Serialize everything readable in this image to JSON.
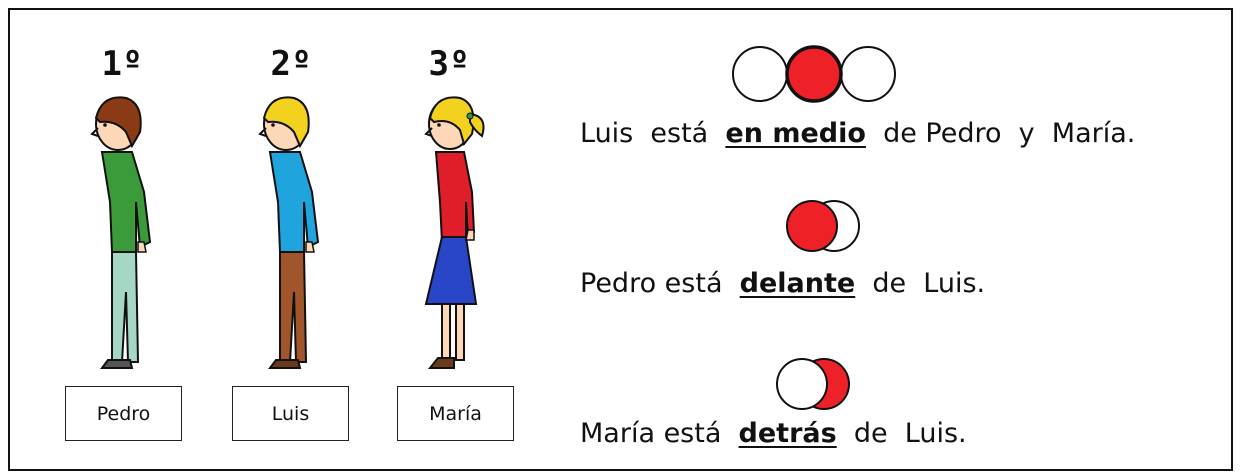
{
  "people": [
    {
      "ordinal": "1º",
      "name": "Pedro",
      "shirt": "#3b9a3a",
      "pants": "#a6d6c4",
      "hair": "#8a3b16",
      "skirt": false
    },
    {
      "ordinal": "2º",
      "name": "Luis",
      "shirt": "#1fa4dd",
      "pants": "#a0562a",
      "hair": "#f2d21e",
      "skirt": false
    },
    {
      "ordinal": "3º",
      "name": "María",
      "shirt": "#e01e2a",
      "pants": "#2a46c8",
      "hair": "#f2d21e",
      "skirt": true
    }
  ],
  "sentences": [
    {
      "before": "Luis  está  ",
      "keyword": "en medio",
      "after": "  de Pedro  y  María.",
      "icon": "three-circles-middle-red-icon"
    },
    {
      "before": "Pedro está  ",
      "keyword": "delante",
      "after": "  de  Luis.",
      "icon": "two-circles-front-red-icon"
    },
    {
      "before": "María está  ",
      "keyword": "detrás",
      "after": "  de  Luis.",
      "icon": "two-circles-back-red-icon"
    }
  ],
  "colors": {
    "highlight_red": "#ee2128",
    "outline": "#111111",
    "skin": "#fcd7b8"
  }
}
